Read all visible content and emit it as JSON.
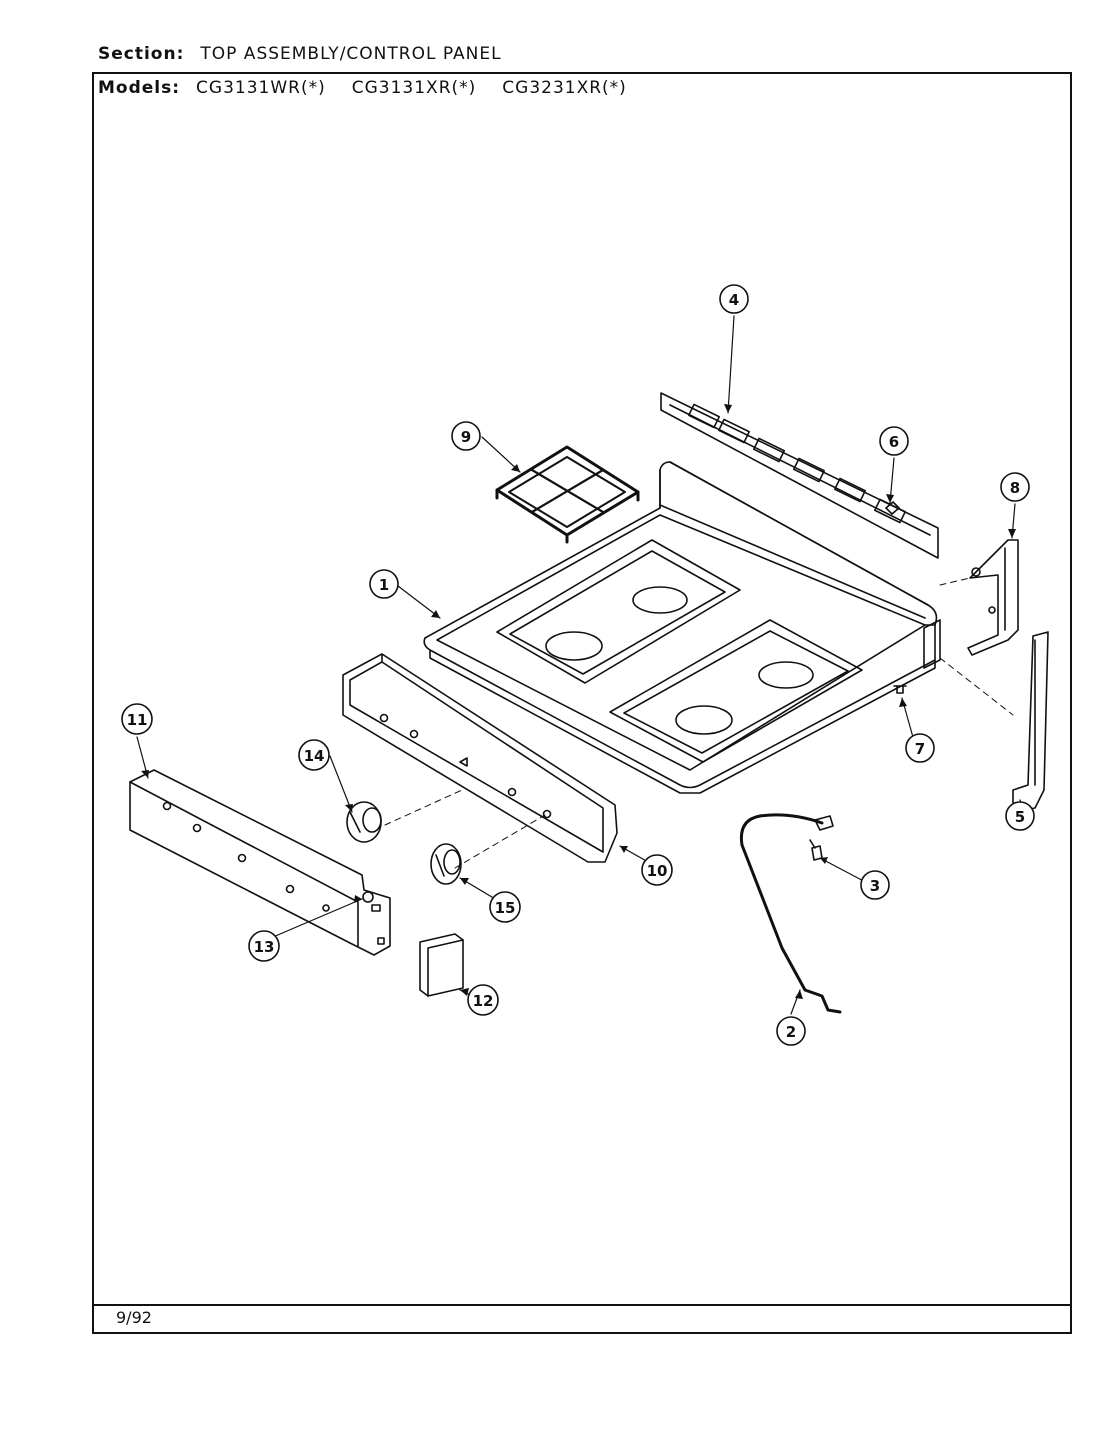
{
  "header": {
    "section_label": "Section:",
    "section_value": "TOP ASSEMBLY/CONTROL PANEL",
    "models_label": "Models:",
    "models": [
      "CG3131WR(*)",
      "CG3131XR(*)",
      "CG3231XR(*)"
    ]
  },
  "footer": {
    "date": "9/92"
  },
  "callouts": [
    "1",
    "2",
    "3",
    "4",
    "5",
    "6",
    "7",
    "8",
    "9",
    "10",
    "11",
    "12",
    "13",
    "14",
    "15"
  ]
}
